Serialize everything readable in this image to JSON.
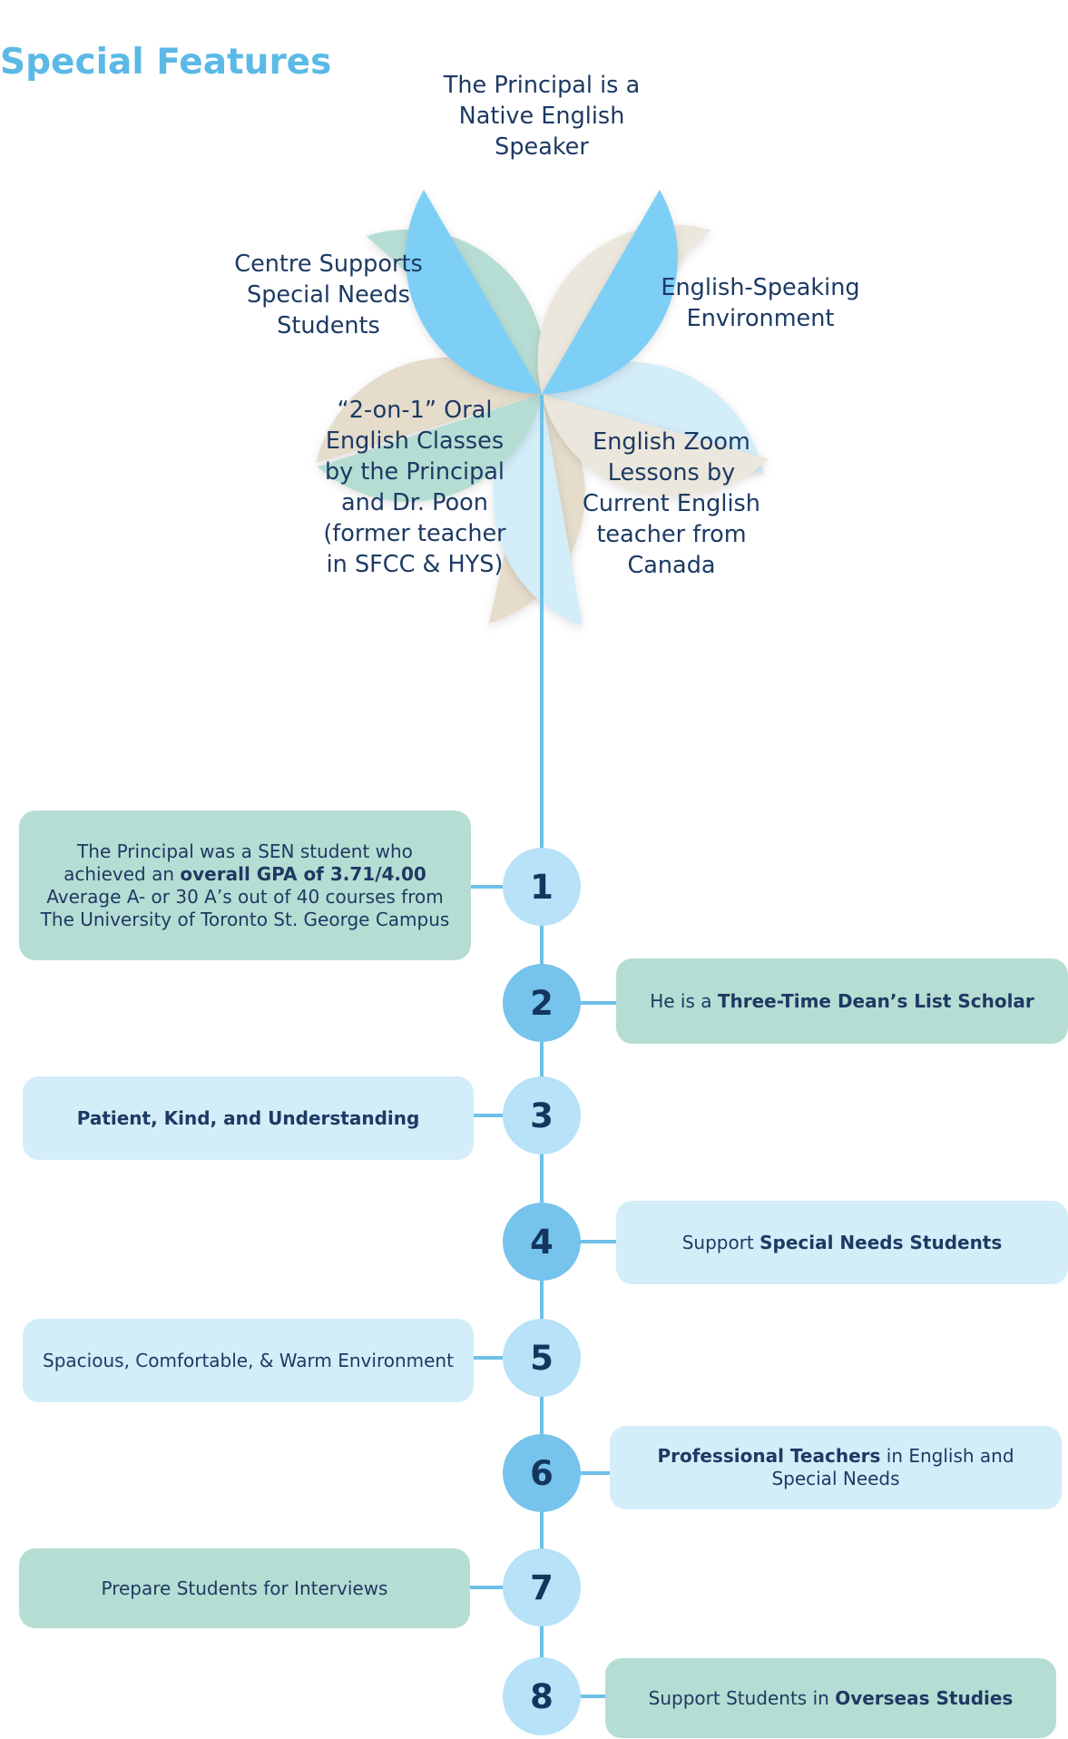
{
  "title": "Special Features",
  "petals": [
    {
      "name": "petal-top",
      "lines": [
        "The Principal is a",
        "Native English",
        "Speaker"
      ],
      "color": "#7ecff6"
    },
    {
      "name": "petal-right",
      "lines": [
        "English-Speaking",
        "Environment"
      ],
      "color": "#ece7dc"
    },
    {
      "name": "petal-bottom-right",
      "lines": [
        "English Zoom",
        "Lessons by",
        "Current English",
        "teacher from",
        "Canada"
      ],
      "color": "#d3edf9"
    },
    {
      "name": "petal-bottom-left",
      "lines": [
        "“2-on-1” Oral",
        "English Classes",
        "by the Principal",
        "and Dr. Poon",
        "(former teacher",
        "in SFCC & HYS)"
      ],
      "color": "#e5dccb"
    },
    {
      "name": "petal-left",
      "lines": [
        "Centre Supports",
        "Special Needs",
        "Students"
      ],
      "color": "#b6ddd3"
    }
  ],
  "steps": [
    {
      "number": "1",
      "lines": [
        [
          {
            "t": "The Principal was a SEN student who"
          }
        ],
        [
          {
            "t": "achieved an "
          },
          {
            "t": "overall GPA of 3.71/4.00",
            "b": true
          }
        ],
        [
          {
            "t": "Average A- or 30 A’s out of 40 courses from"
          }
        ],
        [
          {
            "t": "The University of Toronto St. George Campus"
          }
        ]
      ]
    },
    {
      "number": "2",
      "lines": [
        [
          {
            "t": "He is a "
          },
          {
            "t": "Three-Time Dean’s List Scholar",
            "b": true
          }
        ]
      ]
    },
    {
      "number": "3",
      "lines": [
        [
          {
            "t": "Patient, Kind, and Understanding",
            "b": true
          }
        ]
      ]
    },
    {
      "number": "4",
      "lines": [
        [
          {
            "t": "Support "
          },
          {
            "t": "Special Needs Students",
            "b": true
          }
        ]
      ]
    },
    {
      "number": "5",
      "lines": [
        [
          {
            "t": "Spacious, Comfortable, & Warm Environment"
          }
        ]
      ]
    },
    {
      "number": "6",
      "lines": [
        [
          {
            "t": "Professional Teachers",
            "b": true
          },
          {
            "t": " in English and"
          }
        ],
        [
          {
            "t": "Special Needs"
          }
        ]
      ]
    },
    {
      "number": "7",
      "lines": [
        [
          {
            "t": "Prepare Students for Interviews"
          }
        ]
      ]
    },
    {
      "number": "8",
      "lines": [
        [
          {
            "t": "Support Students in "
          },
          {
            "t": "Overseas Studies",
            "b": true
          }
        ]
      ]
    }
  ]
}
